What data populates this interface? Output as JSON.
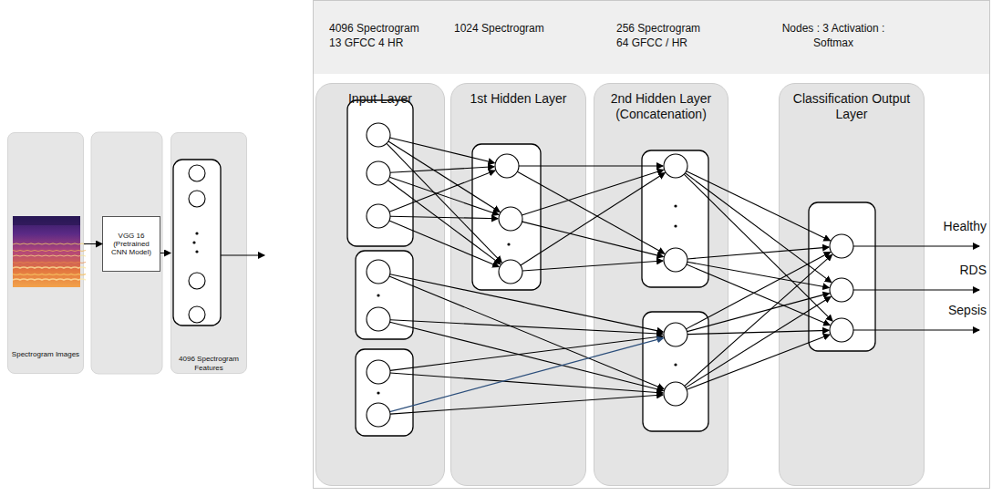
{
  "diagram": {
    "nodes": [
      {
        "text": [
          "Spectrogram Images"
        ]
      },
      {
        "text": [
          "VGG 16 (Pretrained CNN Model)"
        ]
      },
      {
        "text": [
          "4096 Spectrogram Features"
        ]
      },
      {
        "text": [
          "4096 Spectrogram 13 GFCC 4 HR",
          "1024 Spectrogram",
          "256 Spectrogram 64 GFCC / HR",
          "Nodes : 3 Activation : Softmax"
        ]
      },
      {
        "text": [
          "Input Layer"
        ],
        "in": 3
      },
      {
        "text": [
          "1st Hidden Layer"
        ],
        "in": 3
      },
      {
        "text": [
          "2nd Hidden Layer (Concatenation)"
        ],
        "in": 3
      },
      {
        "text": [
          "Classification Output Layer"
        ],
        "in": 3
      }
    ],
    "edges": [
      {
        "from": 0,
        "to": 1,
        "arrow": "to"
      },
      {
        "from": 1,
        "to": 2,
        "arrow": "to"
      }
    ],
    "labels": [
      "Healthy",
      "RDS",
      "Sepsis"
    ]
  }
}
